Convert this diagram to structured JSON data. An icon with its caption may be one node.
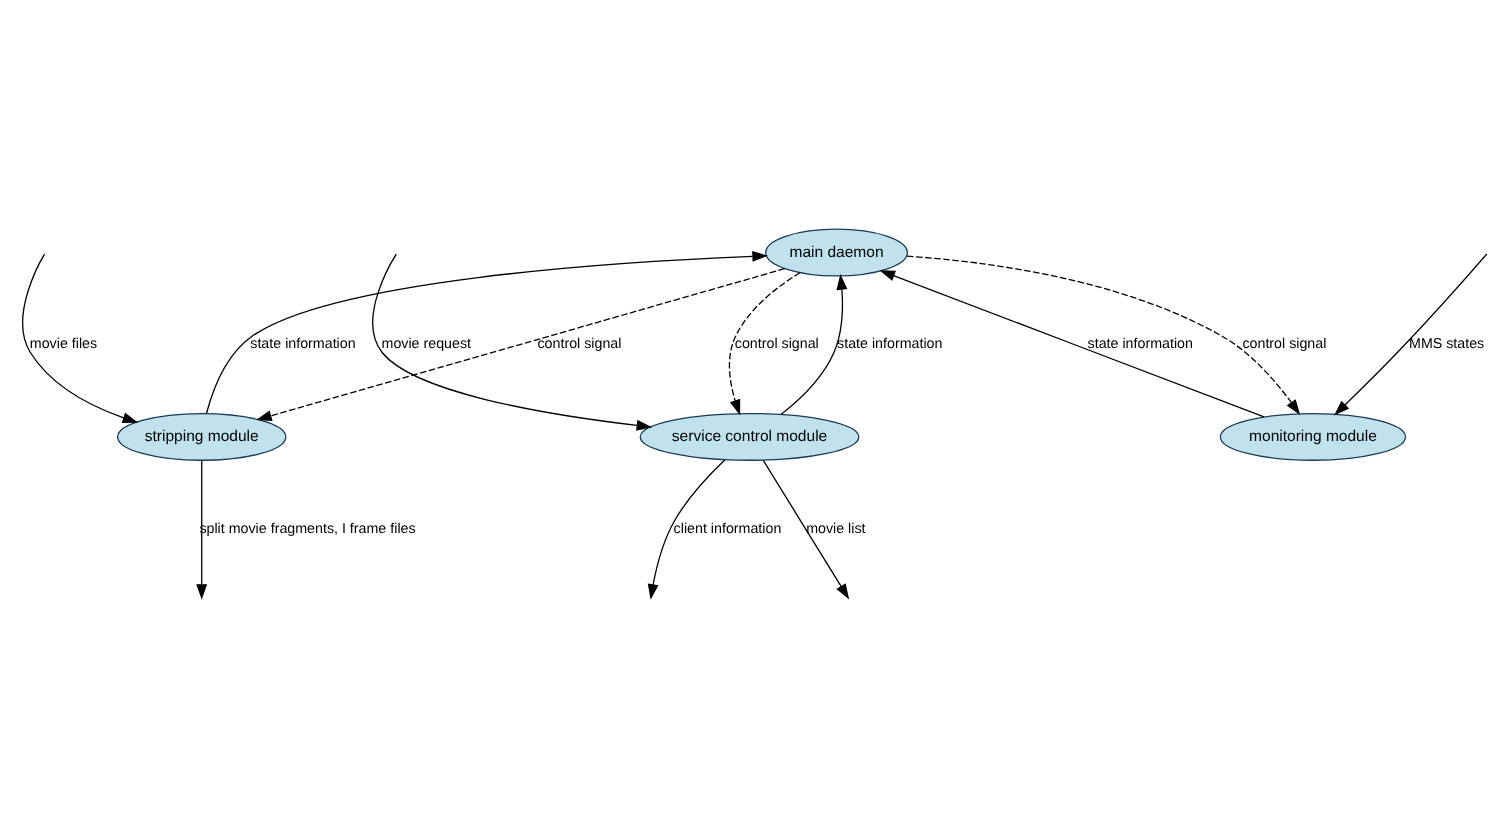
{
  "diagram": {
    "nodes": [
      {
        "text": [
          "main daemon"
        ]
      },
      {
        "text": [
          "service control module"
        ]
      },
      {
        "text": [
          "monitoring module"
        ]
      },
      {
        "text": [
          "stripping module"
        ]
      }
    ],
    "edges": [
      {
        "from": 0,
        "to": 1,
        "arrow": "to",
        "label": "control signal",
        "style": "dashed"
      },
      {
        "from": 1,
        "to": 0,
        "arrow": "to",
        "label": "state information"
      },
      {
        "from": 0,
        "to": 2,
        "arrow": "to",
        "label": "control signal",
        "style": "dashed"
      },
      {
        "from": 2,
        "to": 0,
        "arrow": "to",
        "label": "state information"
      },
      {
        "from": 0,
        "to": 3,
        "arrow": "to",
        "label": "control signal",
        "style": "dashed"
      },
      {
        "from": 3,
        "to": 0,
        "arrow": "to",
        "label": "state information"
      },
      {
        "from": null,
        "to": 1,
        "arrow": "to",
        "label": "movie request"
      },
      {
        "from": 1,
        "to": null,
        "arrow": "to",
        "label": "movie list"
      },
      {
        "from": 1,
        "to": null,
        "arrow": "to",
        "label": "client information"
      },
      {
        "from": null,
        "to": 2,
        "arrow": "to",
        "label": "MMS states"
      },
      {
        "from": null,
        "to": 3,
        "arrow": "to",
        "label": "movie files"
      },
      {
        "from": 3,
        "to": null,
        "arrow": "to",
        "label": "split movie fragments, I frame files"
      }
    ]
  }
}
